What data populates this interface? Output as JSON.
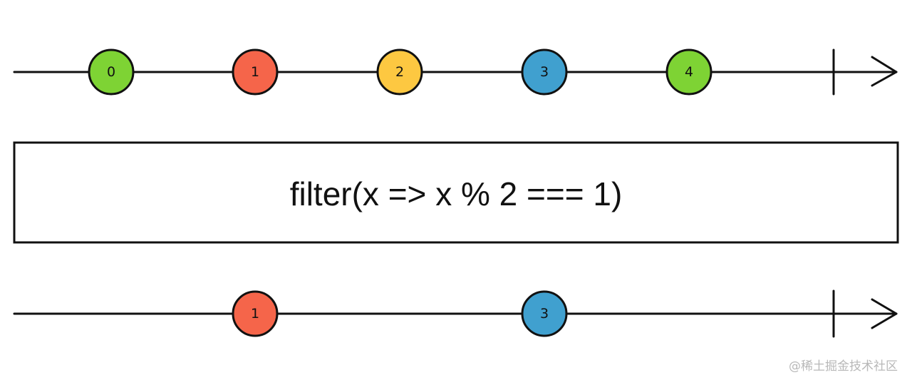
{
  "colors": {
    "green": "#7ed334",
    "red": "#f5654a",
    "yellow": "#fdc841",
    "blue": "#40a0cf",
    "stroke": "#111111"
  },
  "source_stream": {
    "marbles": [
      {
        "value": "0",
        "color": "green"
      },
      {
        "value": "1",
        "color": "red"
      },
      {
        "value": "2",
        "color": "yellow"
      },
      {
        "value": "3",
        "color": "blue"
      },
      {
        "value": "4",
        "color": "green"
      }
    ],
    "completed": true
  },
  "operator": {
    "label": "filter(x => x % 2 === 1)"
  },
  "result_stream": {
    "marbles": [
      {
        "value": "1",
        "color": "red"
      },
      {
        "value": "3",
        "color": "blue"
      }
    ],
    "completed": true
  },
  "watermark": "@稀土掘金技术社区"
}
